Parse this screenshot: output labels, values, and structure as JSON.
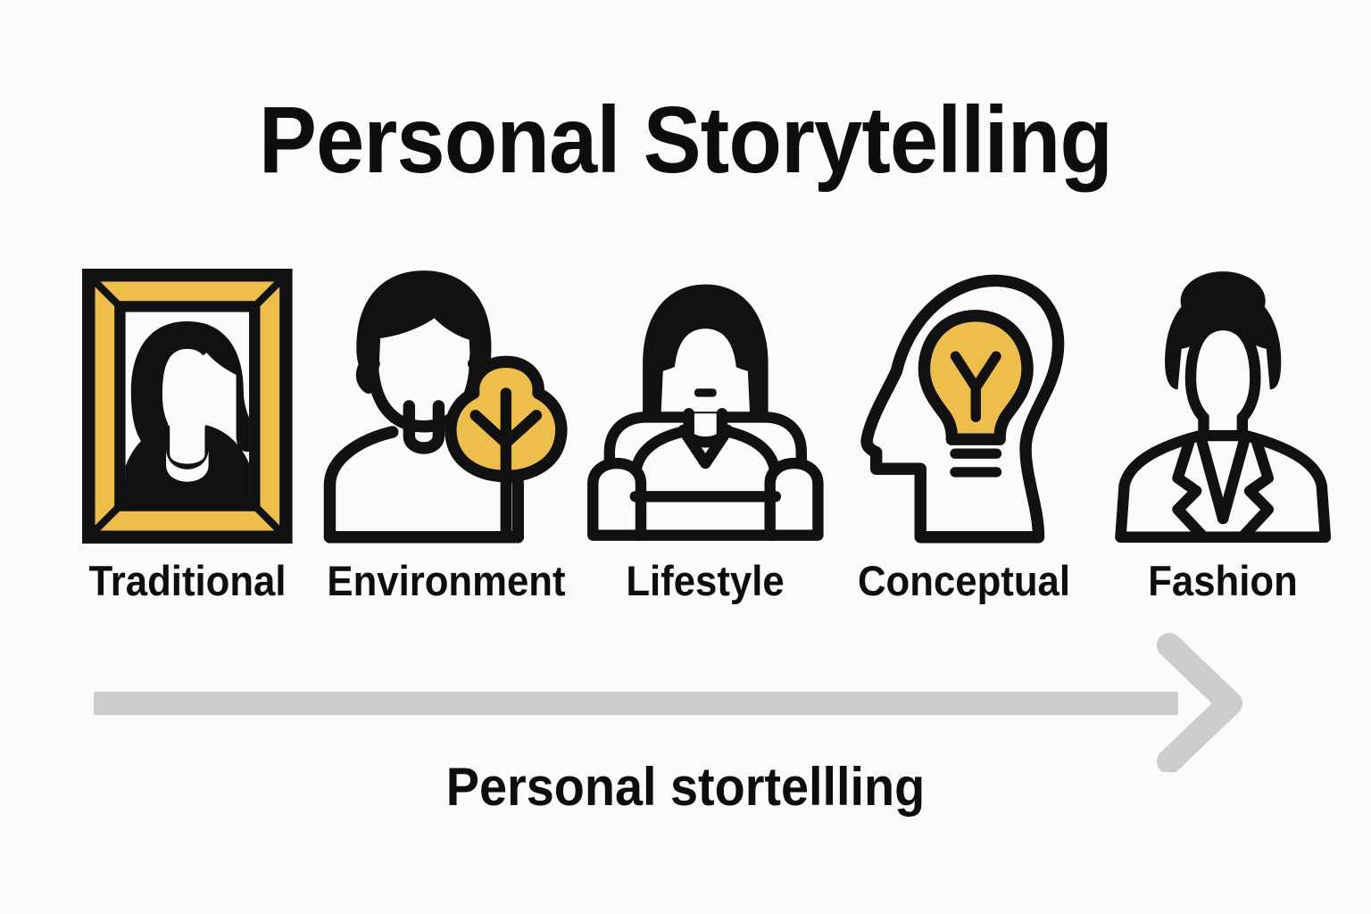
{
  "page": {
    "background_color": "#fbfbfb",
    "title": "Personal Storytelling",
    "caption": "Personal stortellling"
  },
  "colors": {
    "accent_yellow": "#eebe4c",
    "ink_black": "#111111",
    "arrow_gray": "#cccccc",
    "text_black": "#0d0d0d",
    "background": "#fbfbfb"
  },
  "categories": [
    {
      "label": "Traditional",
      "icon_name": "framed-portrait-icon",
      "icon_description": "gold picture frame containing a black silhouette portrait of a woman"
    },
    {
      "label": "Environment",
      "icon_name": "person-with-tree-icon",
      "icon_description": "outline bust of a person with black hair beside a yellow tree"
    },
    {
      "label": "Lifestyle",
      "icon_name": "person-on-sofa-icon",
      "icon_description": "woman with long black hair seated on an outlined sofa"
    },
    {
      "label": "Conceptual",
      "icon_name": "head-lightbulb-icon",
      "icon_description": "outlined head profile facing left with a yellow lightbulb inside"
    },
    {
      "label": "Fashion",
      "icon_name": "woman-in-blazer-icon",
      "icon_description": "woman with hair in a bun wearing a tailored blazer"
    }
  ],
  "arrow": {
    "name": "progression-arrow",
    "direction": "right",
    "color": "#cccccc"
  }
}
